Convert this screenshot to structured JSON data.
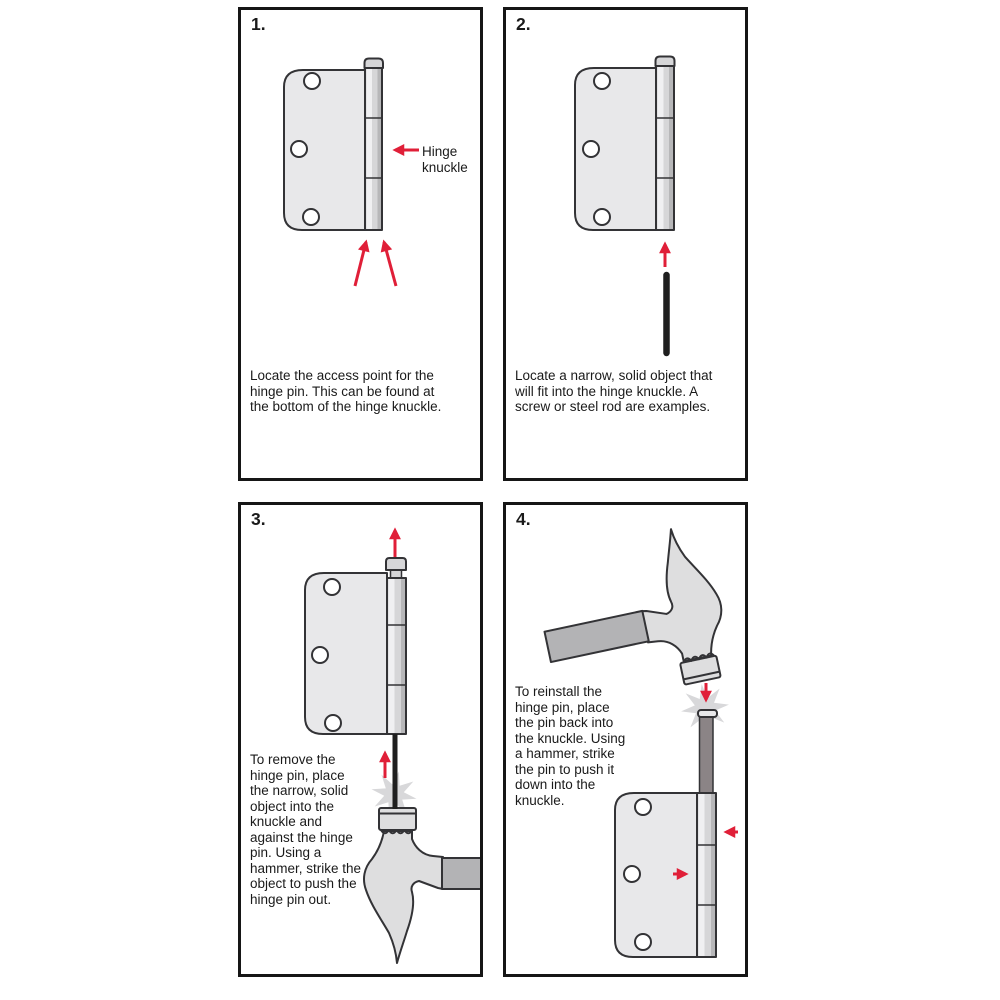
{
  "doc": {
    "type": "instructional-diagram",
    "subject": "Removing and reinstalling a door hinge pin"
  },
  "colors": {
    "arrow_red": "#e01f38",
    "ink": "#1a1a1a",
    "line": "#333336",
    "steel_light": "#e8e8ea",
    "steel_mid": "#d6d6d8",
    "steel_dark": "#b7b7b9",
    "steel_hi": "#f0f0f2",
    "handle_gray": "#b3b3b5",
    "head_gray": "#dededf",
    "pin_dark": "#8b8486",
    "rod_black": "#1f1f1f",
    "burst_gray": "#d8d8da"
  },
  "panels": [
    {
      "number": "1.",
      "callout": "Hinge\nknuckle",
      "caption": "Locate the access point for the\nhinge pin. This can be found at\nthe bottom of the hinge knuckle."
    },
    {
      "number": "2.",
      "caption": "Locate a narrow, solid object that\nwill fit into the hinge knuckle. A\nscrew or steel rod are examples."
    },
    {
      "number": "3.",
      "caption": "To remove the\nhinge pin, place\nthe narrow, solid\nobject into the\nknuckle and\nagainst the hinge\npin. Using a\nhammer, strike the\nobject to push the\nhinge pin out."
    },
    {
      "number": "4.",
      "caption": "To reinstall the\nhinge pin, place\nthe pin back into\nthe knuckle. Using\na hammer, strike\nthe pin to push it\ndown into the\nknuckle."
    }
  ]
}
